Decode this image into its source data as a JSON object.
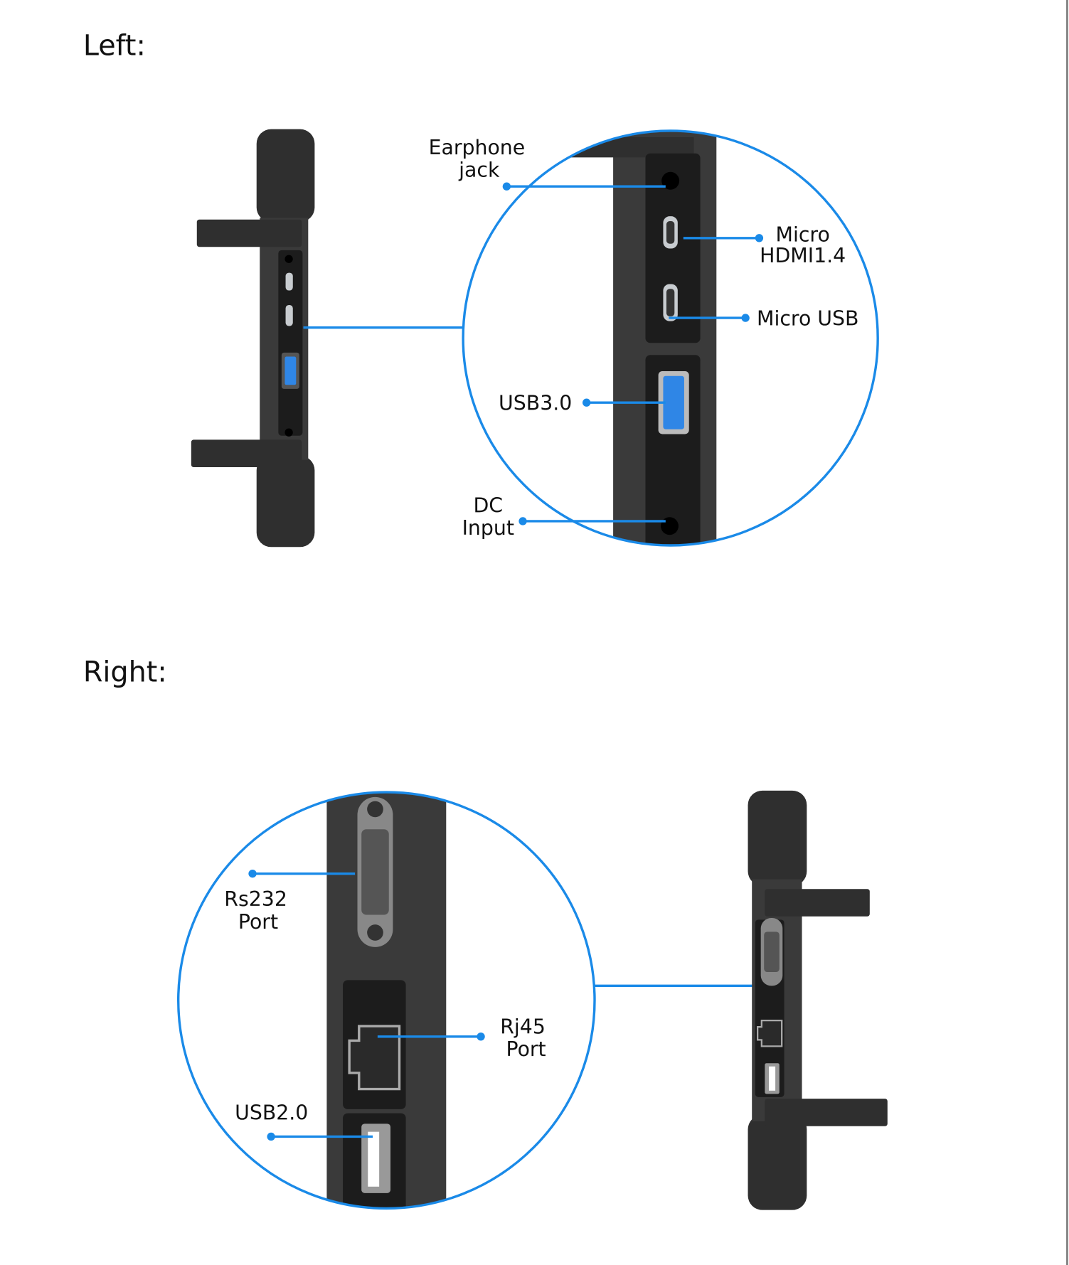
{
  "sections": {
    "left": {
      "title": "Left:",
      "labels": {
        "earphone": [
          "Earphone",
          "jack"
        ],
        "micro_hdmi": [
          "Micro",
          "HDMI1.4"
        ],
        "micro_usb": "Micro USB",
        "usb3": "USB3.0",
        "dc": [
          "DC",
          "Input"
        ]
      }
    },
    "right": {
      "title": "Right:",
      "labels": {
        "rs232": [
          "Rs232",
          "Port"
        ],
        "rj45": [
          "Rj45",
          "Port"
        ],
        "usb2": "USB2.0"
      }
    }
  },
  "colors": {
    "callout": "#1a8ae8",
    "device": "#2f2f2f"
  }
}
